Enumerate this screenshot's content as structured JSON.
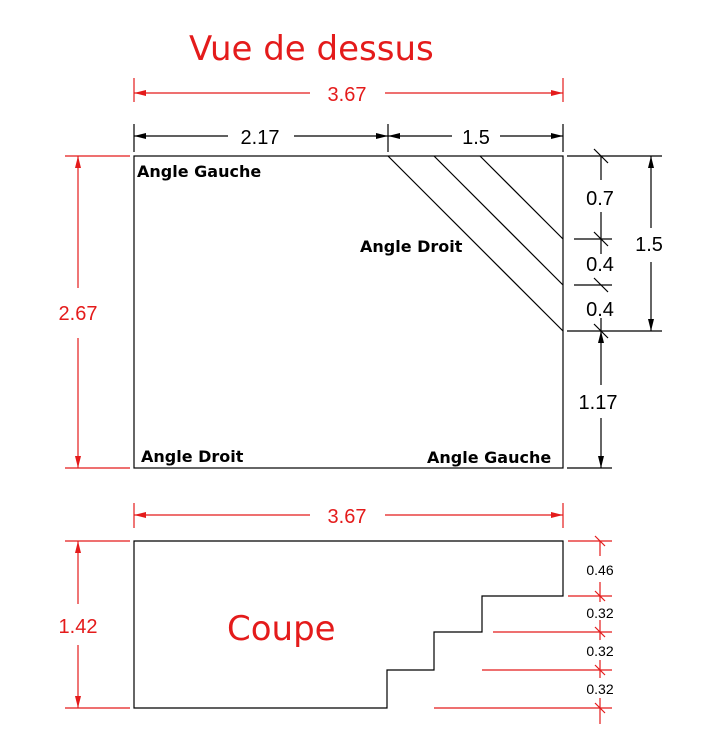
{
  "title": "Vue de dessus",
  "section_label": "Coupe",
  "colors": {
    "dimension_red": "#e41b1b",
    "outline": "#000000",
    "background": "#ffffff"
  },
  "top_view": {
    "total_width": "3.67",
    "left_part_width": "2.17",
    "right_part_width": "1.5",
    "depth": "2.67",
    "right_side": {
      "segment_1": "0.7",
      "segment_2": "0.4",
      "segment_3": "0.4",
      "stair_total": "1.5",
      "remaining": "1.17"
    },
    "corner_labels": {
      "top_left": "Angle Gauche",
      "diagonal": "Angle Droit",
      "bottom_left": "Angle Droit",
      "bottom_right": "Angle Gauche"
    }
  },
  "section_view": {
    "total_width": "3.67",
    "total_depth": "1.42",
    "steps": [
      "0.46",
      "0.32",
      "0.32",
      "0.32"
    ]
  }
}
